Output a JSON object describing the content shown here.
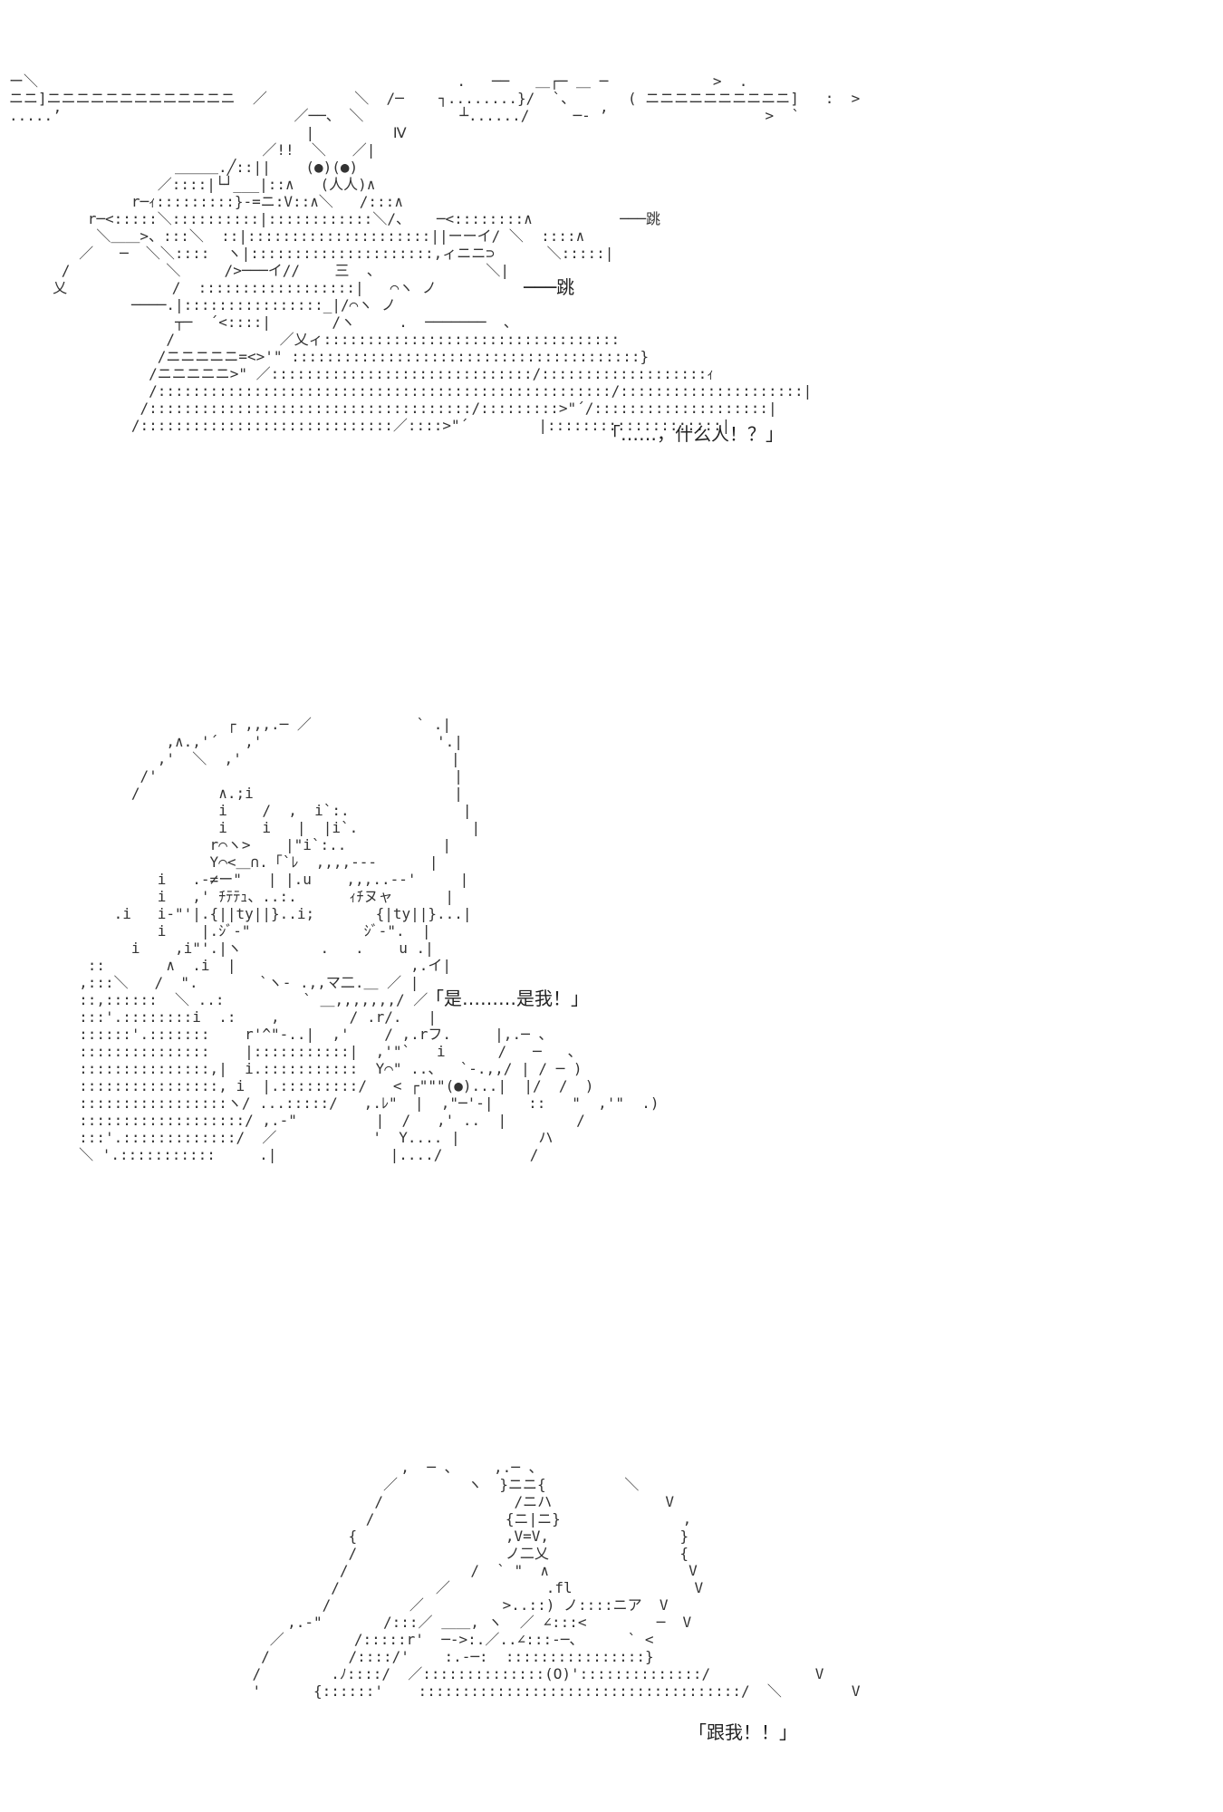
{
  "panels": [
    {
      "art": "ー＼                                                .   ──   ＿┌─ ＿ ─            >  .\nニニ]ニニニニニニニニニニニニニ  ／          ＼  /─    ┐........}/  `、      ( ニニニニニニニニニニ]   :  >\n.....’         　　　　           ／──、 ＼           ┴....../     ─- ’                  >  `\n                                  |         Ⅳ\n                             ／!!  ＼   ／|\n                   ＿＿＿.╱::||    (●)(●)\n                 ／::::|└┘___|::∧   (人人)∧\n              r─ｨ:::::::::}-=ニ:V::∧＼   /:::∧\n         r─<:::::＼::::::::::|::::::::::::＼/、   ─<::::::::∧          ───跳\n          ＼＿＿>、:::＼  ::|:::::::::::::::::::::||ーーイ/ ＼  ::::∧\n        ／   ─  ＼＼::::  ヽ|:::::::::::::::::::::,ィニニ⊃      ＼:::::|\n      /           ＼     />───イ//    三  、            ＼|\n     乂            /  ::::::::::::::::::|   ⌒ヽ ノ\n              ────.|::::::::::::::::_|/⌒ヽ ノ\n                   ┬─  ´<::::|       /ヽ     .  ───────  、\n                  /            ／乂ィ::::::::::::::::::::::::::::::::::\n                 /ニニニニニ=<>'\" ::::::::::::::::::::::::::::::::::::::::}\n                /ニニニニニ>\" ／::::::::::::::::::::::::::::::/:::::::::::::::::::ｨ\n                /::::::::::::::::::::::::::::::::::::::::::::::::::::/:::::::::::::::::::::|\n               /:::::::::::::::::::::::::::::::::::::/:::::::::>\"´/::::::::::::::::::::|\n              /:::::::::::::::::::::::::::::／::::>\"´        |::::::::::::::::::::|",
      "sfx": "───跳",
      "line": "「……，什么人！？」"
    },
    {
      "art": "                         ┌ ,,,.─ ／            ` .|\n                  ,∧.,'´   ,'                    '.|\n                 ,'  ＼  ,'                        |\n               /'                                  |\n              /         ∧.;i                       |\n                        i    /  ,  i`:.             |\n                        i    i   |  |i`.             |\n                       r⌒ヽ>    |\"i`:..           |\n                       Y⌒<＿∩.「`ﾚ  ,,,,---      |\n                 i   .-≠ー\"   | |.u    ,,,..--'     |\n                 i   ,' ﾁﾃﾃｭ、..:.      ｨﾁヌャ      |\n            .i   i-\"'|.{||ty||}..i;       {|ty||}...|\n                 i    |.ｼﾞ-\"             ｼﾞ-\".  |\n              i    ,i\"'.|ヽ         .   .    u .|\n         ::       ∧  .i  |                    ,.イ|\n        ,:::＼   /  \".       `ヽ- .,,マ二.＿ ／ |\n        ::,::::::  ＼ ..:         ` ＿,,,,,,,/ ／\n        :::'.::::::::i  .:    ,        / .r/.   |\n        ::::::'.:::::::    r'^\"-..|  ,'    / ,.rフ.     |,.─ 、\n        :::::::::::::::    |:::::::::::|  ,'\"`   i      /   ─   、\n        :::::::::::::::,|  i.:::::::::::  Y⌒\" ..、  `-.,,/ | / ─ )\n        ::::::::::::::::, i  |.:::::::::/   < ┌\"\"\"(●)...|  |/  /  )\n        :::::::::::::::::ヽ/ ...:::::/   ,.ﾚ\"  |  ,\"─'-|    ::   \"  ,'\"  .)\n        :::::::::::::::::::/ ,.-\"         |  /   ,' ..  |        /\n        :::'.:::::::::::::/  ／           '  Y.... |         ハ\n        ＼ '.:::::::::::     .|             |..../          /",
      "line": "「是………是我！」"
    },
    {
      "art": "                     ,  ─ 、    ,.─ 、\n                   ／        ヽ  }ニニ{         ＼\n                  /               /ニハ             V\n                 /               {ニ|ニ}              ,\n               {                 ,V=V,               }\n               /                 ノ二乂               {\n              /              /  ` \"  ∧                V\n             /           ／           .fl              V\n            /         ／         >..::) ノ::::ニア  V\n        ,.-\"       /:::／ ＿＿, ヽ  ／ ∠:::<        ─  V\n      ／        /:::::r'  ─->:.／..∠:::-─、     ` <\n     /         /::::/'    :.-─:  ::::::::::::::::}\n    /        .ﾉ::::/  ／::::::::::::::(O)'::::::::::::::/            V\n    '      {::::::'    :::::::::::::::::::::::::::::::::::::/  ＼        V",
      "line": "「跟我！！」"
    }
  ]
}
